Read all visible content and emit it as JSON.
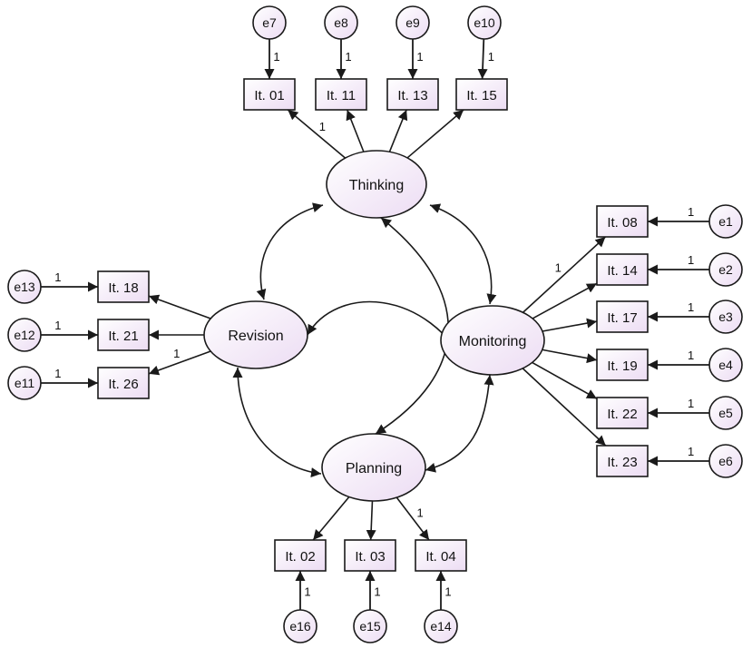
{
  "colors": {
    "node_fill_light": "#ffffff",
    "node_fill_tint": "#ecdcf3",
    "stroke": "#1a1a1a"
  },
  "latent_factors": [
    {
      "id": "thinking",
      "label": "Thinking"
    },
    {
      "id": "revision",
      "label": "Revision"
    },
    {
      "id": "monitoring",
      "label": "Monitoring"
    },
    {
      "id": "planning",
      "label": "Planning"
    }
  ],
  "observed_items": [
    {
      "id": "it01",
      "label": "It. 01",
      "factor": "thinking",
      "error": "e7"
    },
    {
      "id": "it11",
      "label": "It. 11",
      "factor": "thinking",
      "error": "e8"
    },
    {
      "id": "it13",
      "label": "It. 13",
      "factor": "thinking",
      "error": "e9"
    },
    {
      "id": "it15",
      "label": "It. 15",
      "factor": "thinking",
      "error": "e10"
    },
    {
      "id": "it08",
      "label": "It. 08",
      "factor": "monitoring",
      "error": "e1"
    },
    {
      "id": "it14",
      "label": "It. 14",
      "factor": "monitoring",
      "error": "e2"
    },
    {
      "id": "it17",
      "label": "It. 17",
      "factor": "monitoring",
      "error": "e3"
    },
    {
      "id": "it19",
      "label": "It. 19",
      "factor": "monitoring",
      "error": "e4"
    },
    {
      "id": "it22",
      "label": "It. 22",
      "factor": "monitoring",
      "error": "e5"
    },
    {
      "id": "it23",
      "label": "It. 23",
      "factor": "monitoring",
      "error": "e6"
    },
    {
      "id": "it18",
      "label": "It. 18",
      "factor": "revision",
      "error": "e13"
    },
    {
      "id": "it21",
      "label": "It. 21",
      "factor": "revision",
      "error": "e12"
    },
    {
      "id": "it26",
      "label": "It. 26",
      "factor": "revision",
      "error": "e11"
    },
    {
      "id": "it02",
      "label": "It. 02",
      "factor": "planning",
      "error": "e16"
    },
    {
      "id": "it03",
      "label": "It. 03",
      "factor": "planning",
      "error": "e15"
    },
    {
      "id": "it04",
      "label": "It. 04",
      "factor": "planning",
      "error": "e14"
    }
  ],
  "path_label": "1",
  "fixed_loadings": [
    "it01",
    "it08",
    "it26",
    "it04"
  ],
  "covariances": [
    [
      "thinking",
      "revision"
    ],
    [
      "thinking",
      "monitoring"
    ],
    [
      "thinking",
      "planning"
    ],
    [
      "revision",
      "monitoring"
    ],
    [
      "revision",
      "planning"
    ],
    [
      "monitoring",
      "planning"
    ]
  ]
}
